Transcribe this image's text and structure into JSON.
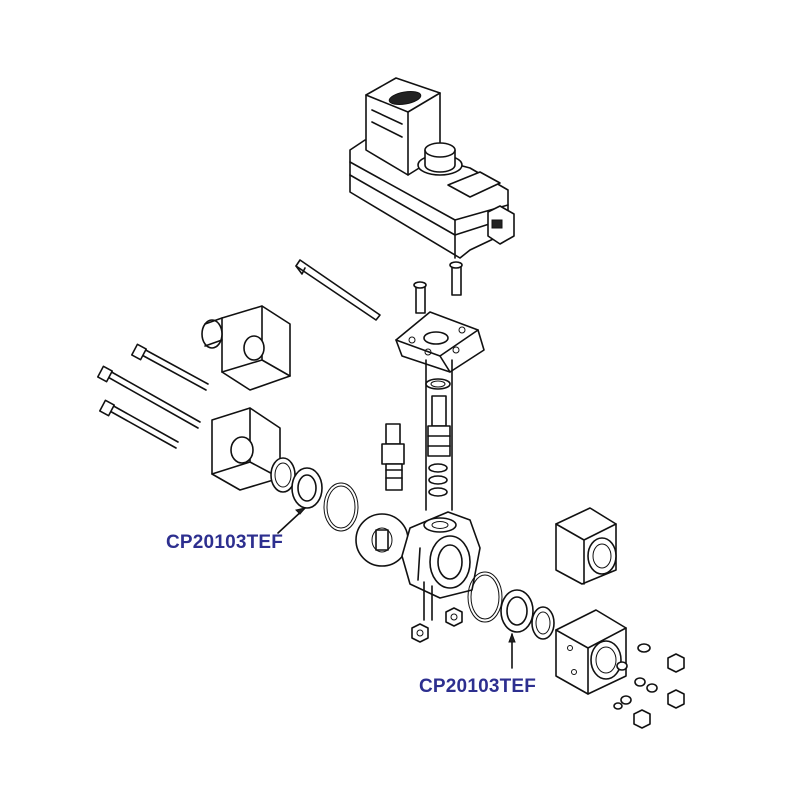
{
  "callouts": [
    {
      "id": "seal-left",
      "text": "CP20103TEF"
    },
    {
      "id": "seal-right",
      "text": "CP20103TEF"
    }
  ],
  "colors": {
    "label": "#2d2f8f",
    "line": "#111111",
    "background": "#ffffff"
  }
}
